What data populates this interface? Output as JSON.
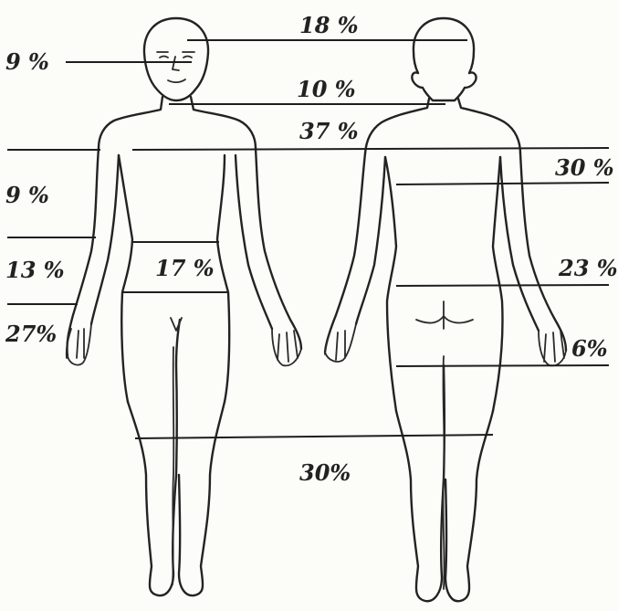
{
  "colors": {
    "ink": "#222222",
    "paper": "#fcfcf8"
  },
  "labels": {
    "head_total": "18 %",
    "face": "9 %",
    "neck": "10 %",
    "trunk_total": "37 %",
    "back_upper": "30 %",
    "arm_upper": "9 %",
    "front_abdomen": "17 %",
    "forearm": "13 %",
    "back_lower": "23 %",
    "hand_front": "27%",
    "hand_back": "6%",
    "legs": "30%"
  }
}
